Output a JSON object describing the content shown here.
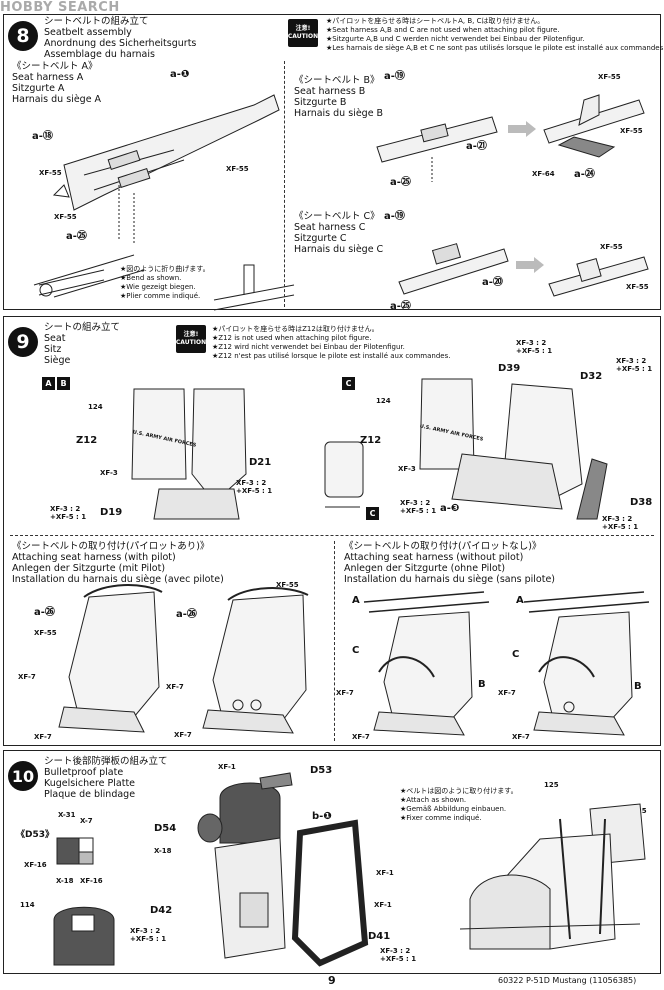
{
  "watermark": "HOBBY SEARCH",
  "step8": {
    "number": "8",
    "title_jp": "シートベルトの組み立て",
    "title_en": "Seatbelt assembly",
    "title_de": "Anordnung des Sicherheitsgurts",
    "title_fr": "Assemblage du harnais",
    "caution_jp": "注意!",
    "caution_en": "CAUTION",
    "note_jp": "★パイロットを座らせる時はシートベルトA, B, Cは取り付けません。",
    "note_en": "★Seat harness A,B and C are not used when attaching pilot figure.",
    "note_de": "★Sitzgurte A,B und C werden nicht verwendet bei Einbau der Pilotenfigur.",
    "note_fr": "★Les harnais de siège A,B et C ne sont pas utilisés lorsque le pilote est installé aux commandes.",
    "harness_a": {
      "jp": "《シートベルト A》",
      "en": "Seat harness A",
      "de": "Sitzgurte A",
      "fr": "Harnais du siège A"
    },
    "harness_b": {
      "jp": "《シートベルト B》",
      "en": "Seat harness B",
      "de": "Sitzgurte B",
      "fr": "Harnais du siège B"
    },
    "harness_c": {
      "jp": "《シートベルト C》",
      "en": "Seat harness C",
      "de": "Sitzgurte C",
      "fr": "Harnais du siège C"
    },
    "bend_jp": "★図のように折り曲げます。",
    "bend_en": "★Bend as shown.",
    "bend_de": "★Wie gezeigt biegen.",
    "bend_fr": "★Plier comme indiqué.",
    "parts": {
      "a1": "a-❶",
      "a18": "a-⑱",
      "a25": "a-㉕",
      "a19": "a-⑲",
      "a21": "a-㉑",
      "a24": "a-㉔",
      "a20": "a-⑳",
      "a19c": "a-⑲",
      "a25b": "a-㉕",
      "a25c": "a-㉕",
      "xf55a": "XF-55",
      "xf55b": "XF-55",
      "xf55c": "XF-55",
      "xf55d": "XF-55",
      "xf55e": "XF-55",
      "xf55f": "XF-55",
      "xf55g": "XF-55",
      "xf64": "XF-64"
    }
  },
  "step9": {
    "number": "9",
    "title_jp": "シートの組み立て",
    "title_en": "Seat",
    "title_de": "Sitz",
    "title_fr": "Siège",
    "caution_jp": "注意!",
    "caution_en": "CAUTION",
    "note_jp": "★パイロットを座らせる時はZ12は取り付けません。",
    "note_en": "★Z12 is not used when attaching pilot figure.",
    "note_de": "★Z12 wird nicht verwendet bei Einbau der Pilotenfigur.",
    "note_fr": "★Z12 n'est pas utilisé lorsque le pilote est installé aux commandes.",
    "badge_a": "A",
    "badge_b": "B",
    "badge_c": "C",
    "badge_c2": "C",
    "labels": {
      "z12a": "Z12",
      "z12b": "Z12",
      "d21": "D21",
      "d19": "D19",
      "d39": "D39",
      "d32": "D32",
      "d38": "D38",
      "xf3a": "XF-3",
      "xf3b": "XF-3",
      "mix_d21": "XF-3 : 2\n+XF-5 : 1",
      "mix_d19": "XF-3 : 2\n+XF-5 : 1",
      "mix_d39": "XF-3 : 2\n+XF-5 : 1",
      "mix_d32": "XF-3 : 2\n+XF-5 : 1",
      "mix_a3": "XF-3 : 2\n+XF-5 : 1",
      "mix_d38": "XF-3 : 2\n+XF-5 : 1",
      "a3": "a-❸",
      "decal124a": "124",
      "decal124b": "124",
      "stencil": "U.S. ARMY AIR FORCES"
    },
    "with_pilot": {
      "jp": "《シートベルトの取り付け(パイロットあり)》",
      "en": "Attaching seat harness (with pilot)",
      "de": "Anlegen der Sitzgurte (mit Pilot)",
      "fr": "Installation du harnais du siège (avec pilote)"
    },
    "without_pilot": {
      "jp": "《シートベルトの取り付け(パイロットなし)》",
      "en": "Attaching seat harness (without pilot)",
      "de": "Anlegen der Sitzgurte (ohne Pilot)",
      "fr": "Installation du harnais du siège (sans pilote)"
    },
    "sub": {
      "a26": "a-㉖",
      "a26b": "a-㉖",
      "xf55a": "XF-55",
      "xf55b": "XF-55",
      "xf7a": "XF-7",
      "xf7b": "XF-7",
      "xf7c": "XF-7",
      "xf7d": "XF-7",
      "xf7e": "XF-7",
      "xf7f": "XF-7",
      "xf7g": "XF-7",
      "xf7h": "XF-7",
      "A1": "A",
      "B1": "B",
      "C1": "C",
      "A2": "A",
      "B2": "B",
      "C2": "C"
    }
  },
  "step10": {
    "number": "10",
    "title_jp": "シート後部防弾板の組み立て",
    "title_en": "Bulletproof plate",
    "title_de": "Kugelsichere Platte",
    "title_fr": "Plaque de blindage",
    "attach_jp": "★ベルトは図のように取り付けます。",
    "attach_en": "★Attach as shown.",
    "attach_de": "★Gemäß Abbildung einbauen.",
    "attach_fr": "★Fixer comme indiqué.",
    "labels": {
      "d53a": "《D53》",
      "d53b": "D53",
      "d54": "D54",
      "d42": "D42",
      "d41": "D41",
      "x31": "X-31",
      "x7": "X-7",
      "xf16a": "XF-16",
      "xf16b": "XF-16",
      "x18a": "X-18",
      "x18b": "X-18",
      "xf1a": "XF-1",
      "xf1b": "XF-1",
      "xf1c": "XF-1",
      "b1": "b-❶",
      "decal114": "114",
      "decal125a": "125",
      "decal125b": "125",
      "mix_d42": "XF-3 : 2\n+XF-5 : 1",
      "mix_d41": "XF-3 : 2\n+XF-5 : 1"
    }
  },
  "footer": {
    "page": "9",
    "code": "60322  P-51D Mustang (11056385)"
  }
}
